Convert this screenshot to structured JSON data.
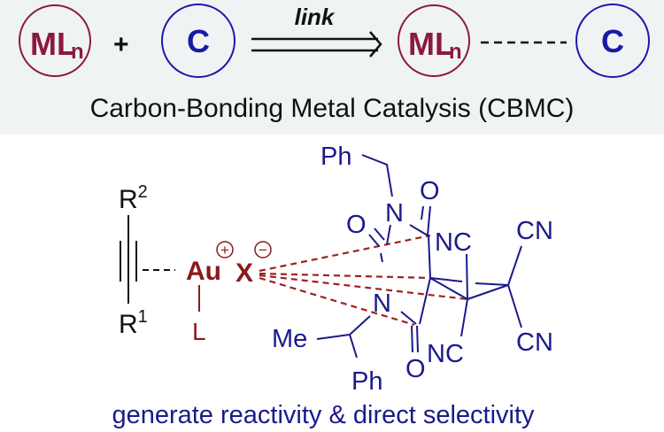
{
  "header": {
    "metal_label": "ML",
    "metal_subscript": "n",
    "plus": "+",
    "carbon_label": "C",
    "arrow_label": "link",
    "product_metal_label": "ML",
    "product_metal_subscript": "n",
    "product_carbon_label": "C",
    "caption": "Carbon-Bonding Metal Catalysis (CBMC)"
  },
  "structure": {
    "alkyne_r2": "R",
    "alkyne_r2_sup": "2",
    "alkyne_r1": "R",
    "alkyne_r1_sup": "1",
    "gold": "Au",
    "ligand": "L",
    "counterion": "X",
    "plus_charge": "+",
    "minus_charge": "−",
    "ph_top": "Ph",
    "n_top": "N",
    "o_top": "O",
    "o_left": "O",
    "n_bottom": "N",
    "o_bottom": "O",
    "me": "Me",
    "ph_bottom": "Ph",
    "nc_top": "NC",
    "nc_bottom": "NC",
    "cn_top": "CN",
    "cn_bottom": "CN"
  },
  "footer": {
    "caption": "generate reactivity &  direct selectivity"
  },
  "colors": {
    "metal": "#8b1a3c",
    "carbon": "#1a1aa8",
    "gold_complex": "#8b1a1a",
    "molecule": "#1a1a8c",
    "text": "#111111",
    "band": "#f0f3f4"
  }
}
